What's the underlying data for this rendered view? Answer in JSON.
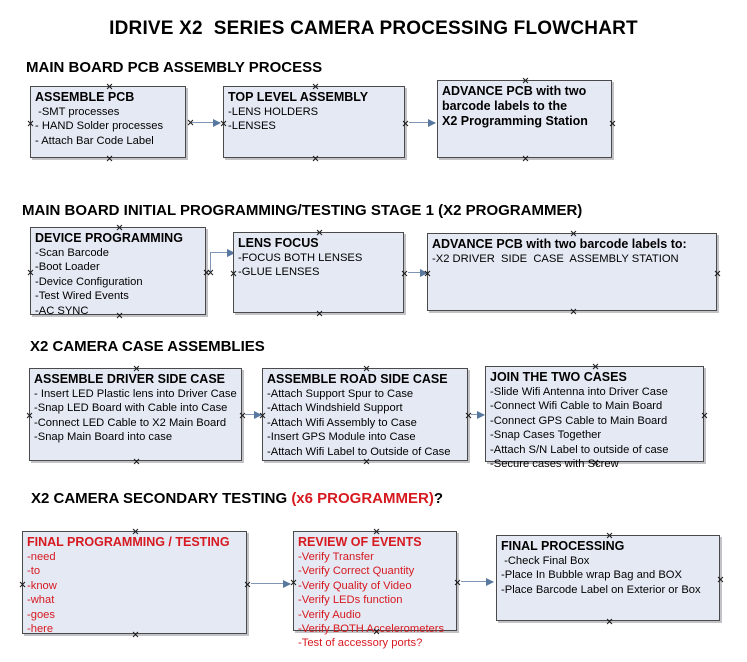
{
  "document": {
    "title": "IDRIVE X2  SERIES CAMERA PROCESSING FLOWCHART"
  },
  "colors": {
    "box_fill": "#e4e9f3",
    "box_border": "#4a4a4a",
    "connector": "#7e96b4",
    "red_text": "#d71920",
    "page_background": "#ffffff"
  },
  "sections": [
    {
      "id": "main-board-pcb-assembly",
      "heading": "MAIN BOARD PCB ASSEMBLY PROCESS",
      "heading_red": "",
      "heading_suffix": "",
      "boxes": [
        {
          "id": "assemble-pcb",
          "title": "ASSEMBLE PCB",
          "items": [
            " -SMT processes",
            "- HAND Solder processes",
            "- Attach Bar Code Label"
          ]
        },
        {
          "id": "top-level-assembly",
          "title": "TOP LEVEL ASSEMBLY",
          "items": [
            "-LENS HOLDERS",
            "-LENSES"
          ]
        },
        {
          "id": "advance-pcb-to-x2-programming-station",
          "title": "ADVANCE PCB with two\nbarcode labels to the\n X2 Programming Station",
          "items": []
        }
      ]
    },
    {
      "id": "main-board-initial-programming",
      "heading": "MAIN BOARD INITIAL PROGRAMMING/TESTING STAGE 1 (X2 PROGRAMMER)",
      "heading_red": "",
      "heading_suffix": "",
      "boxes": [
        {
          "id": "device-programming",
          "title": "DEVICE PROGRAMMING",
          "items": [
            "-Scan Barcode",
            "-Boot Loader",
            "-Device Configuration",
            "-Test Wired Events",
            "-AC SYNC"
          ]
        },
        {
          "id": "lens-focus",
          "title": "LENS FOCUS",
          "items": [
            "-FOCUS BOTH LENSES",
            "-GLUE LENSES"
          ]
        },
        {
          "id": "advance-pcb-to-driver-side-case",
          "title": "ADVANCE PCB with two barcode labels to:",
          "items": [
            "-X2 DRIVER  SIDE  CASE  ASSEMBLY STATION"
          ]
        }
      ]
    },
    {
      "id": "x2-camera-case-assemblies",
      "heading": "X2 CAMERA CASE ASSEMBLIES",
      "heading_red": "",
      "heading_suffix": "",
      "boxes": [
        {
          "id": "assemble-driver-side-case",
          "title": "ASSEMBLE DRIVER SIDE CASE",
          "items": [
            "- Insert LED Plastic lens into Driver Case",
            "-Snap LED Board with Cable into Case",
            "-Connect LED Cable to X2 Main Board",
            "-Snap Main Board into case"
          ]
        },
        {
          "id": "assemble-road-side-case",
          "title": "ASSEMBLE ROAD SIDE CASE",
          "items": [
            "-Attach Support Spur to Case",
            "-Attach Windshield Support",
            "-Attach Wifi Assembly to Case",
            "-Insert GPS Module into Case",
            "-Attach Wifi Label to Outside of Case"
          ]
        },
        {
          "id": "join-the-two-cases",
          "title": "JOIN THE TWO CASES",
          "items": [
            "-Slide Wifi Antenna into Driver Case",
            "-Connect Wifi Cable to Main Board",
            "-Connect GPS Cable to Main Board",
            "-Snap Cases Together",
            "-Attach S/N Label to outside of case",
            "-Secure cases with Screw"
          ]
        }
      ]
    },
    {
      "id": "x2-camera-secondary-testing",
      "heading": "X2 CAMERA SECONDARY TESTING ",
      "heading_red": "(x6 PROGRAMMER)",
      "heading_suffix": "?",
      "boxes": [
        {
          "id": "final-programming-testing",
          "title": "FINAL PROGRAMMING / TESTING",
          "items": [
            "-need",
            "-to",
            "-know",
            "-what",
            "-goes",
            "-here"
          ]
        },
        {
          "id": "review-of-events",
          "title": "REVIEW OF EVENTS",
          "items": [
            "-Verify Transfer",
            "-Verify Correct Quantity",
            "-Verify Quality of Video",
            "-Verify LEDs function",
            "-Verify Audio",
            "-Verify BOTH Accelerometers",
            "-Test of accessory ports?"
          ]
        },
        {
          "id": "final-processing",
          "title": "FINAL PROCESSING",
          "items": [
            " -Check Final Box",
            "-Place In Bubble wrap Bag and BOX",
            "-Place Barcode Label on Exterior or Box"
          ]
        }
      ]
    }
  ]
}
